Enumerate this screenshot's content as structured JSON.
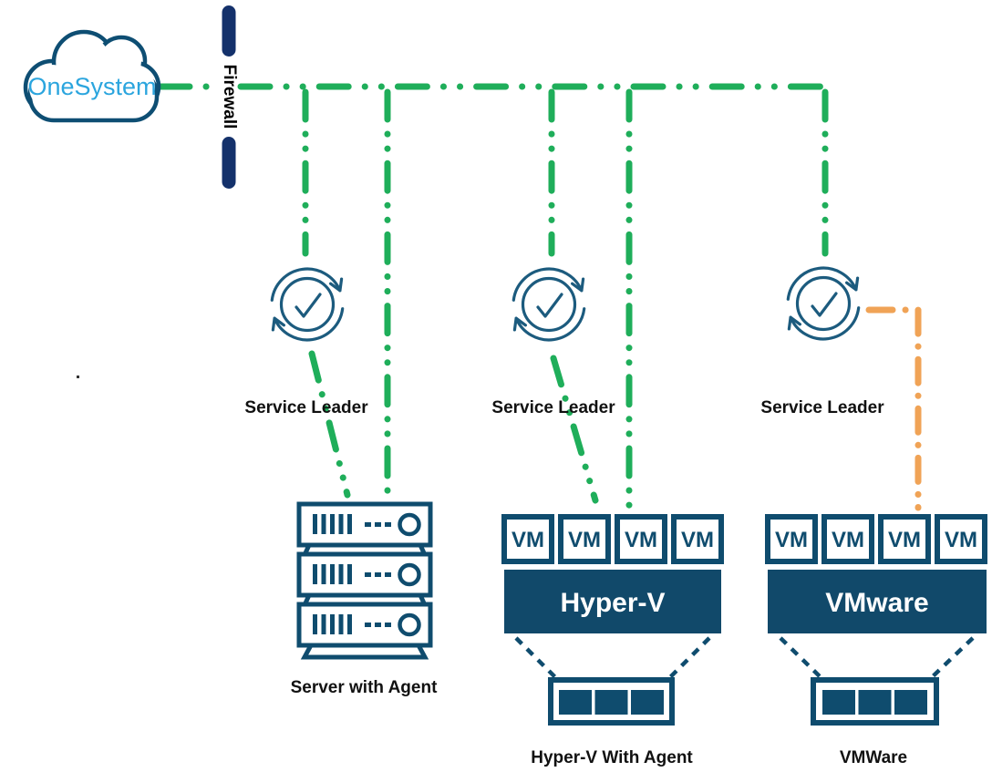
{
  "diagram": {
    "cloud_label": "OneSystem",
    "firewall_label": "Firewall",
    "service_leader_labels": [
      "Service Leader",
      "Service Leader",
      "Service Leader"
    ],
    "server_label": "Server with Agent",
    "hyperv": {
      "vms": [
        "VM",
        "VM",
        "VM",
        "VM"
      ],
      "platform": "Hyper-V",
      "storage_label": "Hyper-V With Agent"
    },
    "vmware": {
      "vms": [
        "VM",
        "VM",
        "VM",
        "VM"
      ],
      "platform": "VMware",
      "storage_label": "VMWare"
    },
    "colors": {
      "connection_green": "#1FAE5A",
      "connection_orange": "#F0A356",
      "box_navy": "#0F4C6E",
      "firewall_navy": "#14316B",
      "icon_blue": "#1C5B7E",
      "cloud_text_blue": "#2BA5DE"
    }
  }
}
